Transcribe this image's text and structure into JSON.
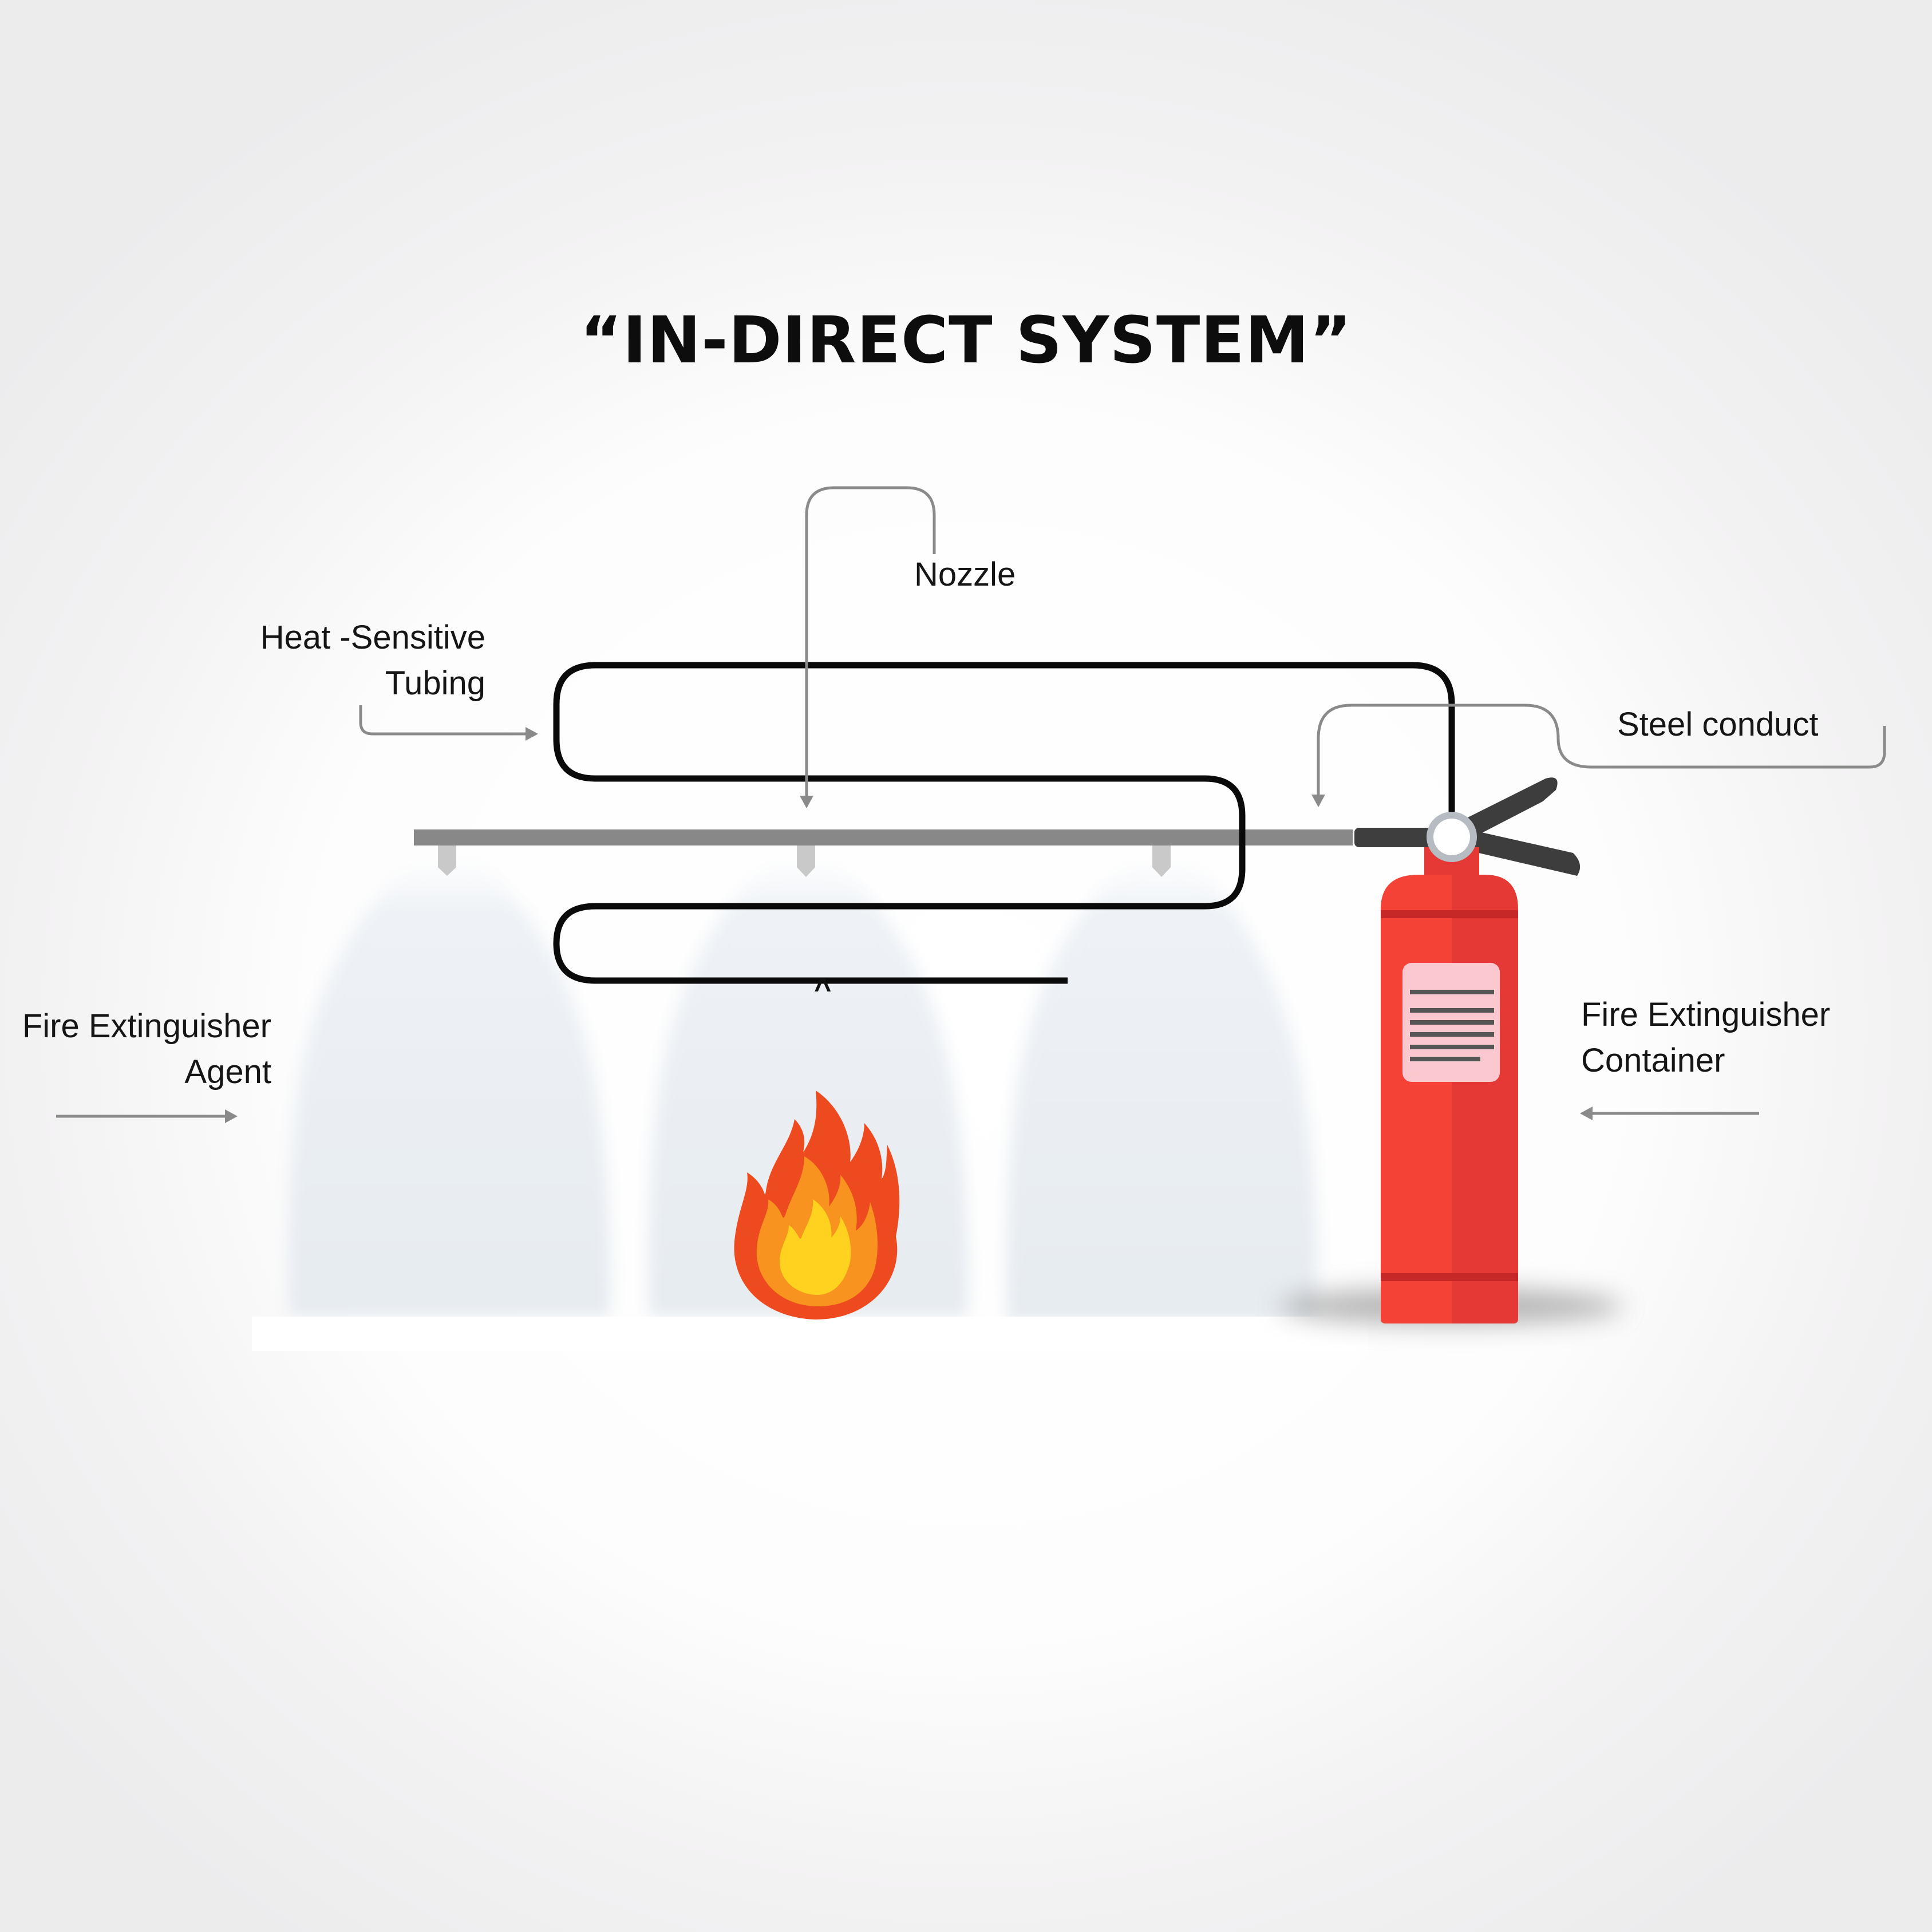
{
  "title": "“IN-DIRECT SYSTEM”",
  "labels": {
    "nozzle": "Nozzle",
    "tubing_line1": "Heat -Sensitive",
    "tubing_line2": "Tubing",
    "conduct": "Steel conduct",
    "agent_line1": "Fire Extinguisher",
    "agent_line2": "Agent",
    "container_line1": "Fire Extinguisher",
    "container_line2": "Container",
    "caret": "^"
  },
  "colors": {
    "extinguisher_red": "#f44336",
    "extinguisher_dark_red": "#e53935",
    "label_pink": "#fbc8cf",
    "pipe_gray": "#888888",
    "tubing_black": "#0a0a0a",
    "callout_gray": "#8a8a8a",
    "flame_orange": "#f7931e",
    "flame_red": "#ee4a1f",
    "flame_yellow": "#ffd21f"
  },
  "icons": [
    "fire-icon",
    "fire-extinguisher-icon",
    "spray-nozzle-icon",
    "arrow-icon"
  ]
}
